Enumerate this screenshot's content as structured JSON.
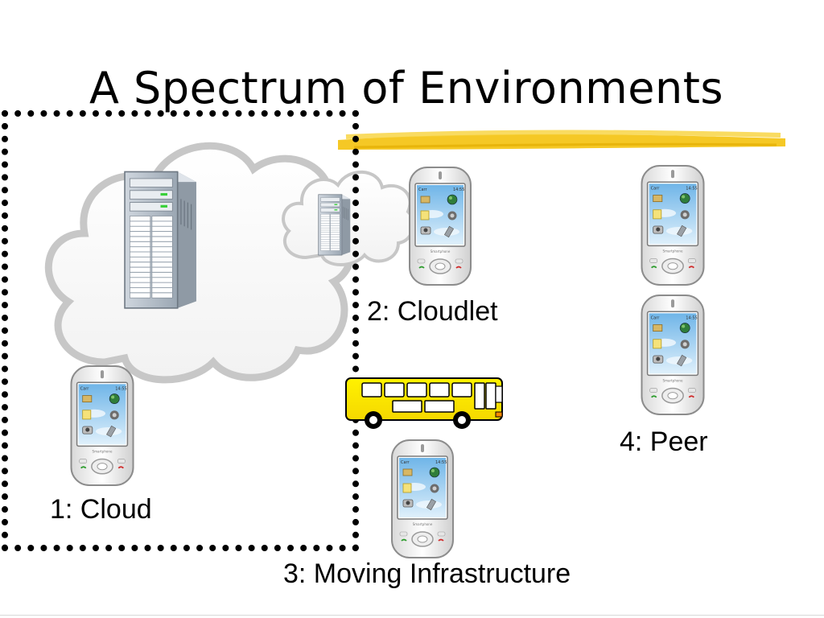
{
  "slide": {
    "title": "A Spectrum of Environments",
    "accent_color": "#f2b705",
    "labels": {
      "cloud": "1: Cloud",
      "cloudlet": "2: Cloudlet",
      "moving": "3: Moving Infrastructure",
      "peer": "4: Peer"
    },
    "icons": [
      "cloud-icon",
      "server-icon",
      "smartphone-icon",
      "bus-icon"
    ],
    "phone_screen": {
      "carrier": "Carr",
      "time": "14:55",
      "brand": "Smartphone"
    }
  }
}
